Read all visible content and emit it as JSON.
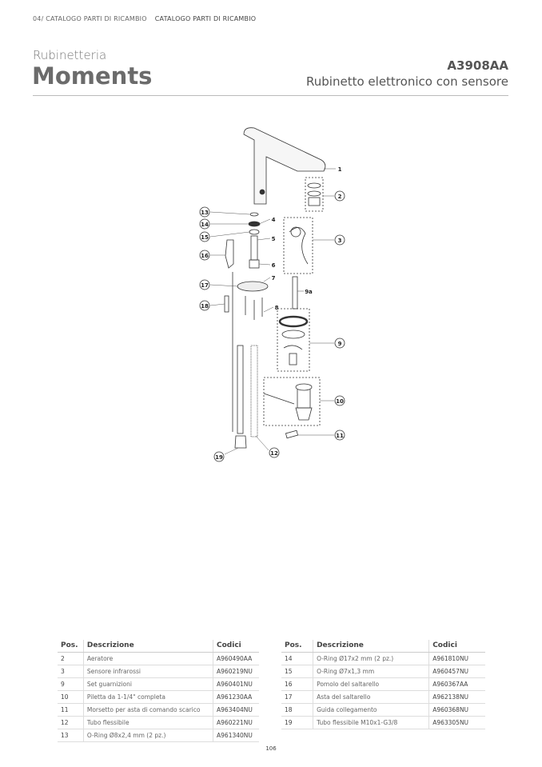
{
  "header": {
    "catalog_line": "CATALOGO PARTI DI RICAMBIO",
    "catalog_overlap": "04/ CATALOGO PARTI DI RICAMBIO",
    "category": "Rubinetteria",
    "series": "Moments",
    "product_code": "A3908AA",
    "product_description": "Rubinetto elettronico con sensore"
  },
  "diagram": {
    "labels": [
      "1",
      "2",
      "3",
      "4",
      "5",
      "6",
      "7",
      "8",
      "9",
      "9a",
      "10",
      "11",
      "12",
      "13",
      "14",
      "15",
      "16",
      "17",
      "18",
      "19"
    ]
  },
  "tables": [
    {
      "headers": [
        "Pos.",
        "Descrizione",
        "Codici"
      ],
      "rows": [
        [
          "2",
          "Aeratore",
          "A960490AA"
        ],
        [
          "3",
          "Sensore infrarossi",
          "A960219NU"
        ],
        [
          "9",
          "Set guarnizioni",
          "A960401NU"
        ],
        [
          "10",
          "Piletta da 1-1/4\" completa",
          "A961230AA"
        ],
        [
          "11",
          "Morsetto per asta di comando scarico",
          "A963404NU"
        ],
        [
          "12",
          "Tubo flessibile",
          "A960221NU"
        ],
        [
          "13",
          "O-Ring Ø8x2,4 mm (2 pz.)",
          "A961340NU"
        ]
      ]
    },
    {
      "headers": [
        "Pos.",
        "Descrizione",
        "Codici"
      ],
      "rows": [
        [
          "14",
          "O-Ring Ø17x2 mm (2 pz.)",
          "A961810NU"
        ],
        [
          "15",
          "O-Ring Ø7x1,3 mm",
          "A960457NU"
        ],
        [
          "16",
          "Pomolo del saltarello",
          "A960367AA"
        ],
        [
          "17",
          "Asta del saltarello",
          "A962138NU"
        ],
        [
          "18",
          "Guida collegamento",
          "A960368NU"
        ],
        [
          "19",
          "Tubo flessibile M10x1-G3/8",
          "A963305NU"
        ]
      ]
    }
  ],
  "footer": {
    "page_number": "106"
  }
}
